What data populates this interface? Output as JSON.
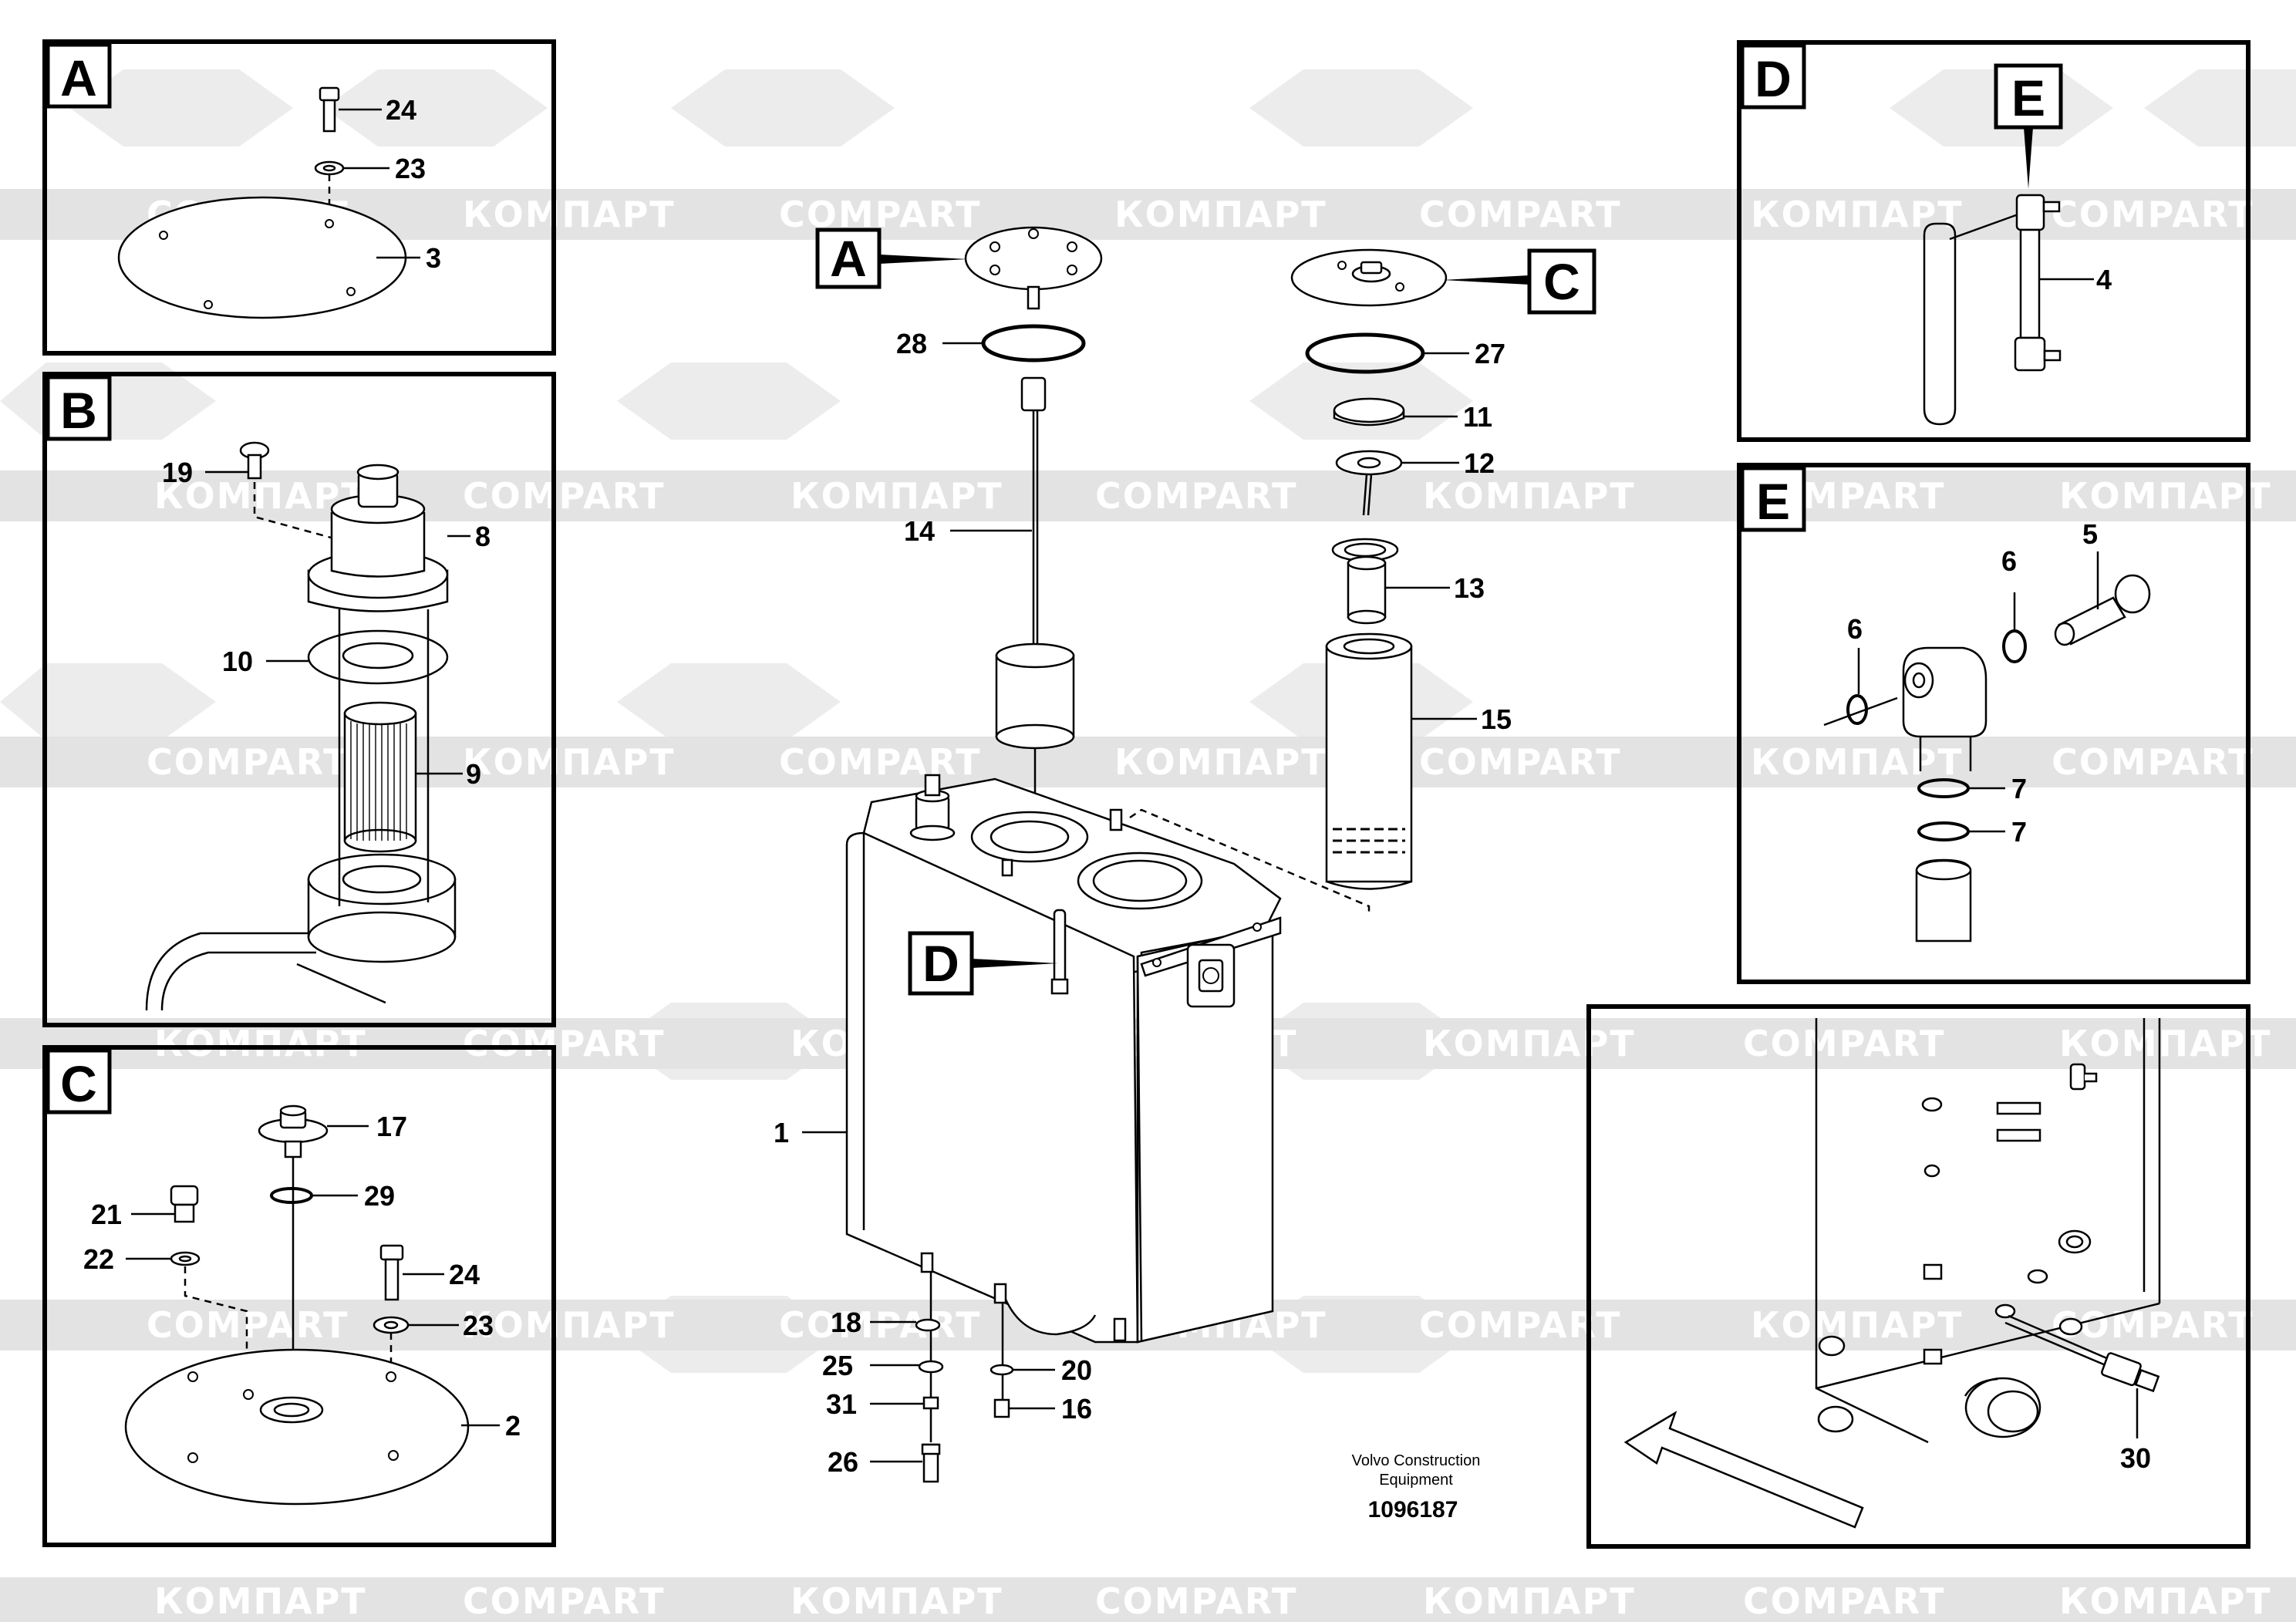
{
  "watermark": {
    "brand_latin": "COMPART",
    "brand_cyrillic": "КОМПАРТ",
    "color": "#e6e6e6"
  },
  "detail_letters": {
    "a": "A",
    "b": "B",
    "c": "C",
    "d": "D",
    "e": "E"
  },
  "callouts": {
    "n1": "1",
    "n2": "2",
    "n3": "3",
    "n4": "4",
    "n5": "5",
    "n6": "6",
    "n7": "7",
    "n8": "8",
    "n9": "9",
    "n10": "10",
    "n11": "11",
    "n12": "12",
    "n13": "13",
    "n14": "14",
    "n15": "15",
    "n16": "16",
    "n17": "17",
    "n18": "18",
    "n19": "19",
    "n20": "20",
    "n21": "21",
    "n22": "22",
    "n23": "23",
    "n24": "24",
    "n25": "25",
    "n26": "26",
    "n27": "27",
    "n28": "28",
    "n29": "29",
    "n30": "30",
    "n31": "31"
  },
  "footer": {
    "manufacturer_line1": "Volvo Construction",
    "manufacturer_line2": "Equipment",
    "drawing_number": "1096187"
  }
}
